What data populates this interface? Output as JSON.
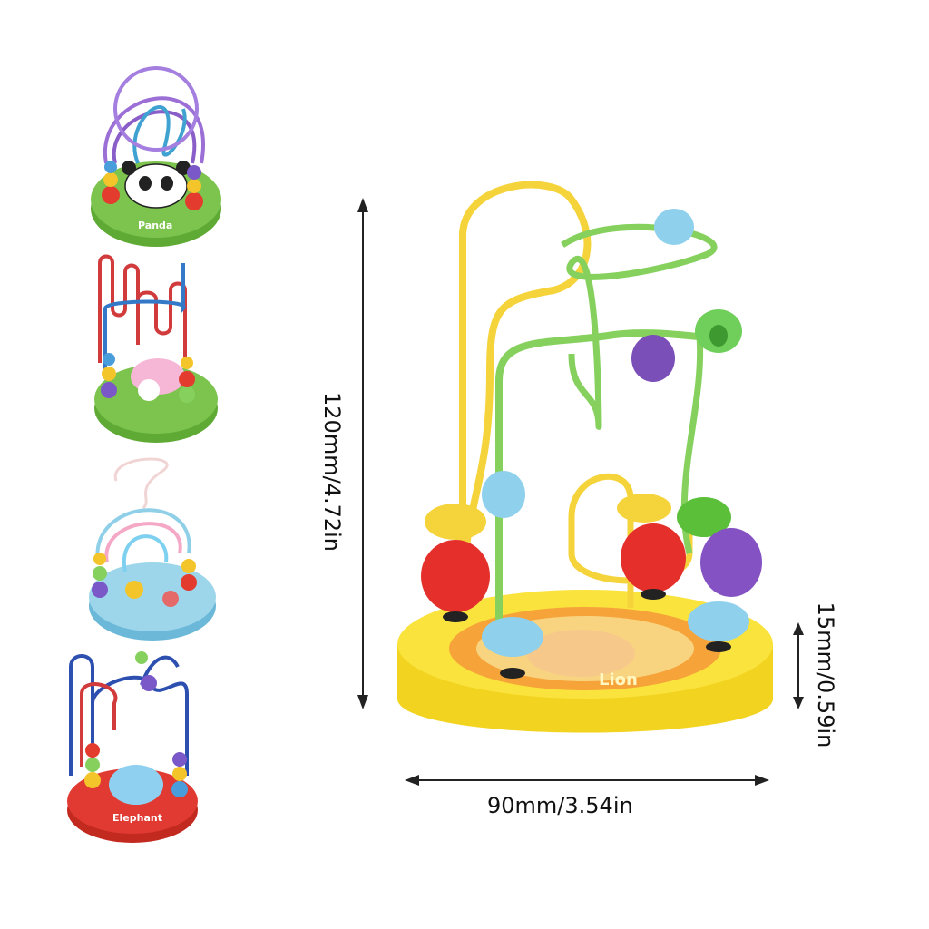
{
  "thumbnails": [
    {
      "name": "Panda",
      "base_color": "#79c04a",
      "wire_color": "#9b6fd6"
    },
    {
      "name": "",
      "base_color": "#79c04a",
      "wire_color": "#d23b3b"
    },
    {
      "name": "",
      "base_color": "#8fd0e8",
      "wire_color": "#8fd0e8"
    },
    {
      "name": "Elephant",
      "base_color": "#e03a32",
      "wire_color": "#2d4fb0"
    }
  ],
  "main_toy": {
    "name": "Lion",
    "base_color": "#f7dd28",
    "wire_colors": [
      "#f5d33a",
      "#86d15e"
    ]
  },
  "dimensions": {
    "height": "120mm/4.72in",
    "base_height": "15mm/0.59in",
    "width": "90mm/3.54in"
  }
}
